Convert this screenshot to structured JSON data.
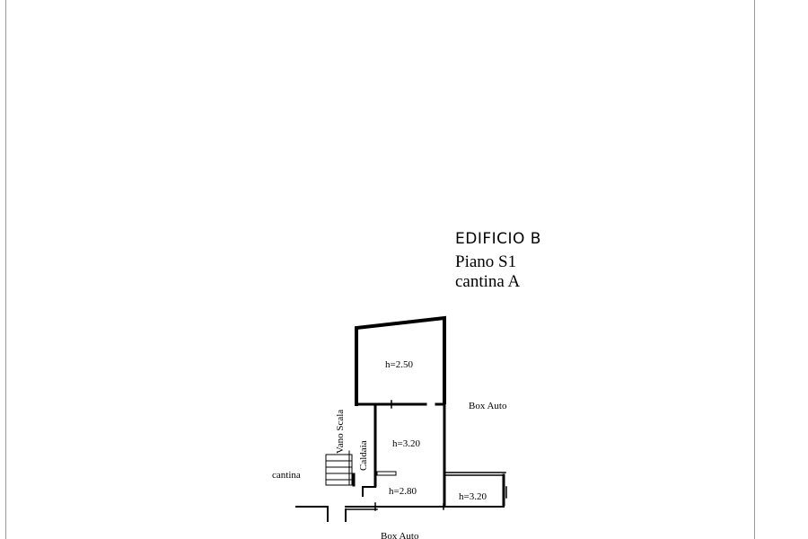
{
  "header": {
    "building": "EDIFICIO B",
    "floor": "Piano S1",
    "unit": "cantina A"
  },
  "rooms": {
    "upper_height": "h=2.50",
    "middle_height": "h=3.20",
    "lower_height": "h=2.80",
    "right_height": "h=3.20"
  },
  "labels": {
    "box_auto_right": "Box Auto",
    "box_auto_bottom": "Box Auto",
    "cantina_left": "cantina",
    "vano_scala": "Vano Scala",
    "caldaia": "Caldaia"
  }
}
